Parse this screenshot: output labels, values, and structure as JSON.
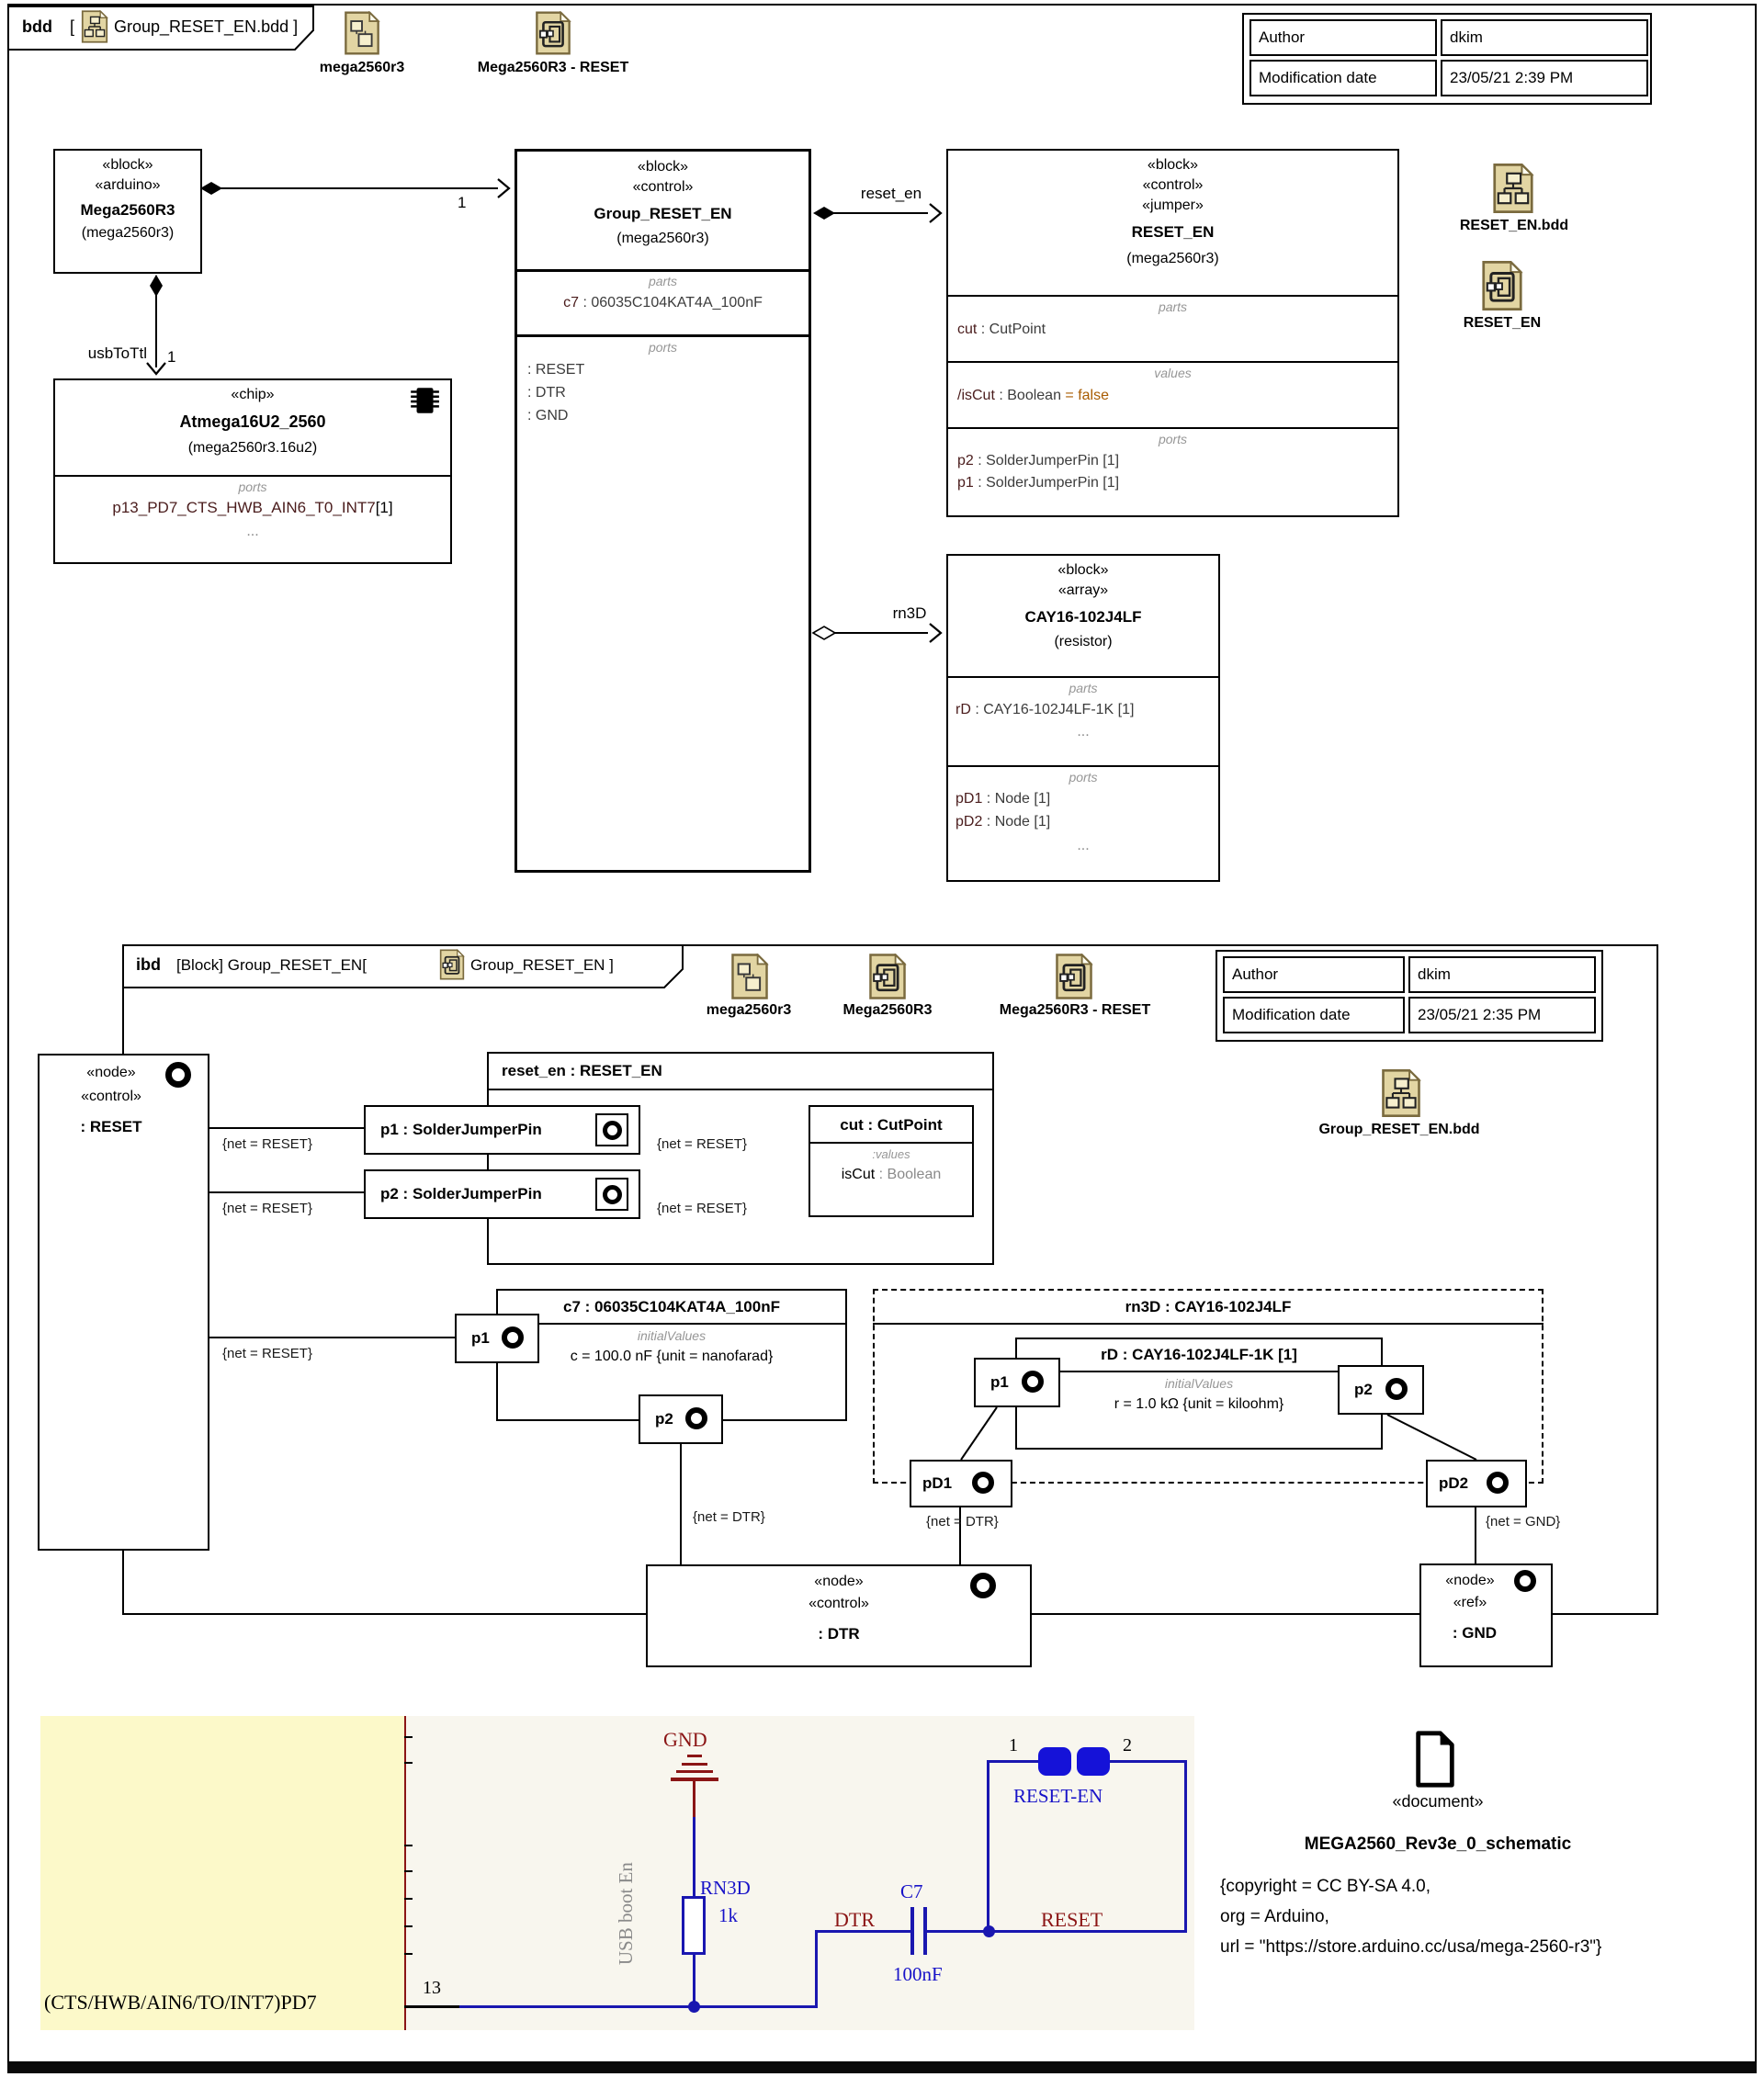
{
  "bdd": {
    "tab": {
      "kind": "bdd",
      "open": "[",
      "title": "Group_RESET_EN.bdd",
      "close": " ]"
    },
    "shortcut_icons": {
      "pkg_label": "mega2560r3",
      "ibd_label": "Mega2560R3 - RESET"
    },
    "info_table": {
      "author_label": "Author",
      "author": "dkim",
      "mod_label": "Modification date",
      "mod_date": "23/05/21 2:39 PM"
    },
    "mega_block": {
      "stereo1": "«block»",
      "stereo2": "«arduino»",
      "name": "Mega2560R3",
      "pkg": "(mega2560r3)"
    },
    "atmega_block": {
      "stereo": "«chip»",
      "name": "Atmega16U2_2560",
      "pkg": "(mega2560r3.16u2)",
      "ports_label": "ports",
      "port_name": "p13_PD7_CTS_HWB_AIN6_T0_INT7",
      "port_mult": "[1]",
      "more": "..."
    },
    "group_block": {
      "stereo1": "«block»",
      "stereo2": "«control»",
      "name": "Group_RESET_EN",
      "pkg": "(mega2560r3)",
      "parts_label": "parts",
      "part_name": "c7",
      "part_type": " : 06035C104KAT4A_100nF",
      "ports_label": "ports",
      "ports": [
        ": RESET",
        ": DTR",
        ": GND"
      ]
    },
    "reset_en_block": {
      "stereo1": "«block»",
      "stereo2": "«control»",
      "stereo3": "«jumper»",
      "name": "RESET_EN",
      "pkg": "(mega2560r3)",
      "parts_label": "parts",
      "part_name": "cut",
      "part_type": " : CutPoint",
      "values_label": "values",
      "value_name": "/isCut",
      "value_type": " : Boolean",
      "value_default": " = false",
      "ports_label": "ports",
      "port1_name": "p2",
      "port1_type": " : SolderJumperPin [1]",
      "port2_name": "p1",
      "port2_type": " : SolderJumperPin [1]"
    },
    "cay_block": {
      "stereo1": "«block»",
      "stereo2": "«array»",
      "name": "CAY16-102J4LF",
      "pkg": "(resistor)",
      "parts_label": "parts",
      "part_name": "rD",
      "part_type": " : CAY16-102J4LF-1K [1]",
      "more1": "...",
      "ports_label": "ports",
      "port1_name": "pD1",
      "port1_type": " : Node [1]",
      "port2_name": "pD2",
      "port2_type": " : Node [1]",
      "more2": "..."
    },
    "labels": {
      "mult1": "1",
      "usb": "usbToTtl",
      "usb_mult": "1",
      "reset_en": "reset_en",
      "rn3d": "rn3D"
    },
    "file_icons": {
      "bdd_file": "RESET_EN.bdd",
      "ibd_file": "RESET_EN"
    }
  },
  "ibd": {
    "tab": {
      "kind": "ibd",
      "context": "[Block] Group_RESET_EN[",
      "title": "Group_RESET_EN",
      "close": " ]"
    },
    "shortcut_icons": {
      "pkg_label": "mega2560r3",
      "ibd_label1": "Mega2560R3",
      "ibd_label2": "Mega2560R3 - RESET"
    },
    "info_table": {
      "author_label": "Author",
      "author": "dkim",
      "mod_label": "Modification date",
      "mod_date": "23/05/21 2:35 PM"
    },
    "bdd_file_label": "Group_RESET_EN.bdd",
    "reset_node": {
      "stereo1": "«node»",
      "stereo2": "«control»",
      "name": ": RESET"
    },
    "dtr_node": {
      "stereo1": "«node»",
      "stereo2": "«control»",
      "name": ": DTR"
    },
    "gnd_node": {
      "stereo1": "«node»",
      "stereo2": "«ref»",
      "name": ": GND"
    },
    "reset_en_part": {
      "title": "reset_en : RESET_EN"
    },
    "p1_part": "p1 : SolderJumperPin",
    "p2_part": "p2 : SolderJumperPin",
    "cut_part": {
      "title": "cut : CutPoint",
      "values_label": ":values",
      "value_name": "isCut",
      "value_type": " : Boolean"
    },
    "c7_part": {
      "title": "c7 : 06035C104KAT4A_100nF",
      "iv_label": "initialValues",
      "iv": "c = 100.0 nF {unit = nanofarad}",
      "p1": "p1",
      "p2": "p2"
    },
    "rn3d_part": {
      "title": "rn3D : CAY16-102J4LF",
      "pd1": "pD1",
      "pd2": "pD2"
    },
    "rd_part": {
      "title": "rD : CAY16-102J4LF-1K [1]",
      "iv_label": "initialValues",
      "iv": "r = 1.0 kΩ {unit = kiloohm}",
      "p1": "p1",
      "p2": "p2"
    },
    "nets": {
      "reset": "{net = RESET}",
      "dtr": "{net = DTR}",
      "gnd": "{net = GND}"
    }
  },
  "schematic": {
    "gnd": "GND",
    "rn3d": "RN3D",
    "r_val": "1k",
    "dtr": "DTR",
    "c7": "C7",
    "c_val": "100nF",
    "reset": "RESET",
    "jumper": "RESET-EN",
    "pad1": "1",
    "pad2": "2",
    "usb_boot": "USB boot En",
    "pin_label": "(CTS/HWB/AIN6/TO/INT7)PD7",
    "pin_num": "13"
  },
  "doc_note": {
    "stereo": "«document»",
    "name": "MEGA2560_Rev3e_0_schematic",
    "line1": "{copyright = CC BY-SA 4.0,",
    "line2": "org = Arduino,",
    "line3": "url = \"https://store.arduino.cc/usa/mega-2560-r3\"}"
  },
  "colors": {
    "icon_tan": "#e2d5a3",
    "member_name": "#4a1c1c",
    "default_value": "#a85b00",
    "wire_blue": "#1a17b0",
    "schematic_red": "#8b1515",
    "chip_yellow": "#fcf9c9"
  }
}
